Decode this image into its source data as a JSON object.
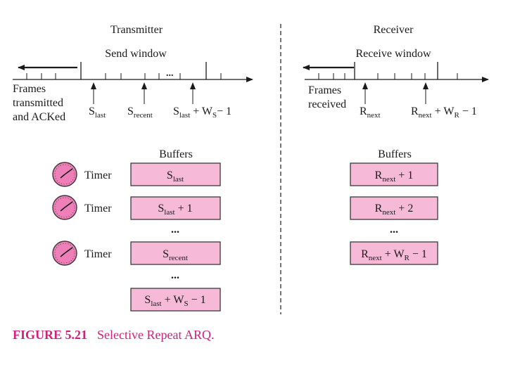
{
  "transmitter": {
    "title": "Transmitter",
    "window_label": "Send window",
    "ellipsis": "...",
    "left_label": [
      "Frames",
      "transmitted",
      "and ACKed"
    ],
    "pointers": [
      {
        "main": "S",
        "sub": "last",
        "suffix": ""
      },
      {
        "main": "S",
        "sub": "recent",
        "suffix": ""
      },
      {
        "main": "S",
        "sub": "last",
        "suffix": " + W",
        "sub2": "S",
        "tail": "− 1"
      }
    ]
  },
  "receiver": {
    "title": "Receiver",
    "window_label": "Receive window",
    "left_label": [
      "Frames",
      "received"
    ],
    "pointers": [
      {
        "main": "R",
        "sub": "next",
        "suffix": ""
      },
      {
        "main": "R",
        "sub": "next",
        "suffix": " + W",
        "sub2": "R",
        "tail": " − 1"
      }
    ]
  },
  "buffers_label": "Buffers",
  "timer_label": "Timer",
  "send_buffers": [
    {
      "main": "S",
      "sub": "last",
      "rest": ""
    },
    {
      "main": "S",
      "sub": "last",
      "rest": " + 1"
    },
    {
      "main": "S",
      "sub": "recent",
      "rest": ""
    },
    {
      "main": "S",
      "sub": "last",
      "rest": " + W",
      "sub2": "S",
      "tail": " − 1"
    }
  ],
  "receive_buffers": [
    {
      "main": "R",
      "sub": "next",
      "rest": " + 1"
    },
    {
      "main": "R",
      "sub": "next",
      "rest": " + 2"
    },
    {
      "main": "R",
      "sub": "next",
      "rest": " + W",
      "sub2": "R",
      "tail": " − 1"
    }
  ],
  "caption": {
    "number": "FIGURE 5.21",
    "title": "Selective Repeat ARQ."
  },
  "colors": {
    "buffer_fill": "#f7b9d8",
    "timer_fill": "#ee7fb8",
    "caption": "#d41e7c",
    "line": "#1a1a1a"
  }
}
